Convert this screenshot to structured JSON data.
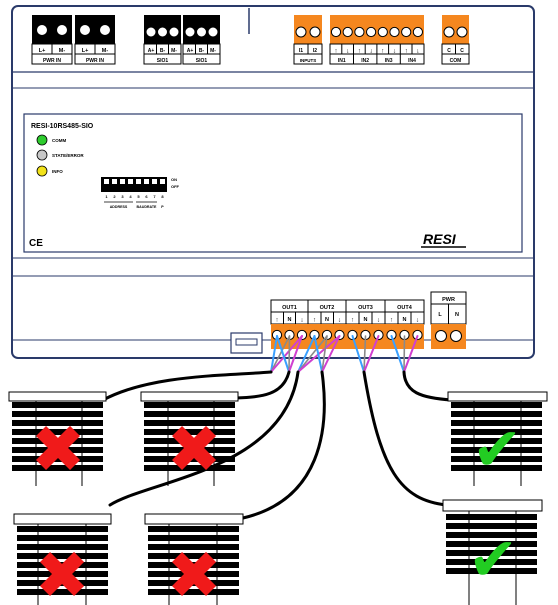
{
  "device": {
    "model": "RESI-10RS485-SIO",
    "brand": "RESI",
    "ce_mark": "CE",
    "leds": [
      {
        "label": "COMM",
        "color": "#2ecc2e"
      },
      {
        "label": "STATE/ERROR",
        "color": "#c8c8c8"
      },
      {
        "label": "INFO",
        "color": "#f2e21a"
      }
    ],
    "dip": {
      "on": "ON",
      "off": "OFF",
      "numbers": [
        "1",
        "2",
        "3",
        "4",
        "5",
        "6",
        "7",
        "8"
      ],
      "address_label": "ADDRESS",
      "baudrate_label": "BAUDRATE",
      "last_label": "P"
    }
  },
  "top_terminals": [
    {
      "label": "PWR IN",
      "pins": [
        "L+",
        "M-"
      ]
    },
    {
      "label": "PWR IN",
      "pins": [
        "L+",
        "M-"
      ]
    },
    {
      "label": "SIO1",
      "pins": [
        "A+",
        "B-",
        "M-"
      ]
    },
    {
      "label": "SIO1",
      "pins": [
        "A+",
        "B-",
        "M-"
      ]
    },
    {
      "label": "INPUTS",
      "pins": [
        "I1",
        "I2"
      ]
    },
    {
      "label": "IN1",
      "pins": [
        "↑",
        "↓"
      ]
    },
    {
      "label": "IN2",
      "pins": [
        "↑",
        "↓"
      ]
    },
    {
      "label": "IN3",
      "pins": [
        "↑",
        "↓"
      ]
    },
    {
      "label": "IN4",
      "pins": [
        "↑",
        "↓"
      ]
    },
    {
      "label": "COM",
      "pins": [
        "C",
        "C"
      ]
    }
  ],
  "bottom_terminals": [
    {
      "label": "OUT1",
      "pins": [
        "↑",
        "N",
        "↓"
      ]
    },
    {
      "label": "OUT2",
      "pins": [
        "↑",
        "N",
        "↓"
      ]
    },
    {
      "label": "OUT3",
      "pins": [
        "↑",
        "N",
        "↓"
      ]
    },
    {
      "label": "OUT4",
      "pins": [
        "↑",
        "N",
        "↓"
      ]
    },
    {
      "label": "PWR",
      "pins": [
        "L",
        "N"
      ]
    }
  ],
  "blinds": [
    {
      "status": "wrong",
      "mark": "✖",
      "color": "#f01a1a"
    },
    {
      "status": "wrong",
      "mark": "✖",
      "color": "#f01a1a"
    },
    {
      "status": "wrong",
      "mark": "✖",
      "color": "#f01a1a"
    },
    {
      "status": "wrong",
      "mark": "✖",
      "color": "#f01a1a"
    },
    {
      "status": "correct",
      "mark": "✔",
      "color": "#22cc22"
    },
    {
      "status": "correct",
      "mark": "✔",
      "color": "#22cc22"
    }
  ],
  "colors": {
    "terminal_orange": "#f5871f",
    "terminal_black": "#000000",
    "housing_border": "#2a3a6a",
    "wire_blue": "#3aa0ff",
    "wire_magenta": "#d040d0",
    "wire_black": "#000000"
  }
}
